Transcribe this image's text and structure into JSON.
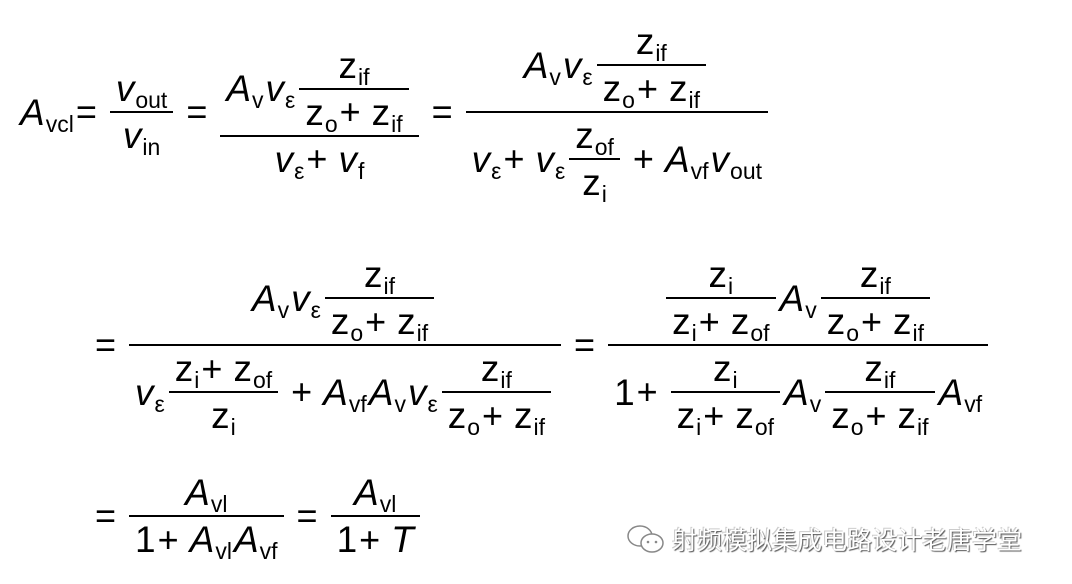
{
  "equations": [
    {
      "tokens": [
        [
          "i",
          "A",
          "vcl"
        ],
        [
          "o",
          "="
        ],
        [
          "f",
          [
            [
              "i",
              "v",
              "out"
            ]
          ],
          [
            [
              "i",
              "v",
              "in"
            ]
          ]
        ],
        [
          "o",
          "="
        ],
        [
          "f",
          [
            [
              "i",
              "A",
              "v"
            ],
            [
              "i",
              "v",
              "ε"
            ],
            [
              "f",
              [
                [
                  "r",
                  "z",
                  "if"
                ]
              ],
              [
                [
                  "r",
                  "z",
                  "o"
                ],
                [
                  "o",
                  "+"
                ],
                [
                  "r",
                  "z",
                  "if"
                ]
              ]
            ]
          ],
          [
            [
              "i",
              "v",
              "ε"
            ],
            [
              "o",
              "+"
            ],
            [
              "i",
              "v",
              "f"
            ]
          ]
        ],
        [
          "o",
          "="
        ],
        [
          "f",
          [
            [
              "i",
              "A",
              "v"
            ],
            [
              "i",
              "v",
              "ε"
            ],
            [
              "f",
              [
                [
                  "r",
                  "z",
                  "if"
                ]
              ],
              [
                [
                  "r",
                  "z",
                  "o"
                ],
                [
                  "o",
                  "+"
                ],
                [
                  "r",
                  "z",
                  "if"
                ]
              ]
            ]
          ],
          [
            [
              "i",
              "v",
              "ε"
            ],
            [
              "o",
              "+"
            ],
            [
              "i",
              "v",
              "ε"
            ],
            [
              "f",
              [
                [
                  "r",
                  "z",
                  "of"
                ]
              ],
              [
                [
                  "r",
                  "z",
                  "i"
                ]
              ]
            ],
            [
              "o",
              "+"
            ],
            [
              "i",
              "A",
              "vf"
            ],
            [
              "i",
              "v",
              "out"
            ]
          ]
        ]
      ]
    },
    {
      "tokens": [
        [
          "o",
          "="
        ],
        [
          "f",
          [
            [
              "i",
              "A",
              "v"
            ],
            [
              "i",
              "v",
              "ε"
            ],
            [
              "f",
              [
                [
                  "r",
                  "z",
                  "if"
                ]
              ],
              [
                [
                  "r",
                  "z",
                  "o"
                ],
                [
                  "o",
                  "+"
                ],
                [
                  "r",
                  "z",
                  "if"
                ]
              ]
            ]
          ],
          [
            [
              "i",
              "v",
              "ε"
            ],
            [
              "f",
              [
                [
                  "r",
                  "z",
                  "i"
                ],
                [
                  "o",
                  "+"
                ],
                [
                  "r",
                  "z",
                  "of"
                ]
              ],
              [
                [
                  "r",
                  "z",
                  "i"
                ]
              ]
            ],
            [
              "o",
              "+"
            ],
            [
              "i",
              "A",
              "vf"
            ],
            [
              "i",
              "A",
              "v"
            ],
            [
              "i",
              "v",
              "ε"
            ],
            [
              "f",
              [
                [
                  "r",
                  "z",
                  "if"
                ]
              ],
              [
                [
                  "r",
                  "z",
                  "o"
                ],
                [
                  "o",
                  "+"
                ],
                [
                  "r",
                  "z",
                  "if"
                ]
              ]
            ]
          ]
        ],
        [
          "o",
          "="
        ],
        [
          "f",
          [
            [
              "f",
              [
                [
                  "r",
                  "z",
                  "i"
                ]
              ],
              [
                [
                  "r",
                  "z",
                  "i"
                ],
                [
                  "o",
                  "+"
                ],
                [
                  "r",
                  "z",
                  "of"
                ]
              ]
            ],
            [
              "i",
              "A",
              "v"
            ],
            [
              "f",
              [
                [
                  "r",
                  "z",
                  "if"
                ]
              ],
              [
                [
                  "r",
                  "z",
                  "o"
                ],
                [
                  "o",
                  "+"
                ],
                [
                  "r",
                  "z",
                  "if"
                ]
              ]
            ]
          ],
          [
            [
              "r",
              "1",
              ""
            ],
            [
              "o",
              "+"
            ],
            [
              "f",
              [
                [
                  "r",
                  "z",
                  "i"
                ]
              ],
              [
                [
                  "r",
                  "z",
                  "i"
                ],
                [
                  "o",
                  "+"
                ],
                [
                  "r",
                  "z",
                  "of"
                ]
              ]
            ],
            [
              "i",
              "A",
              "v"
            ],
            [
              "f",
              [
                [
                  "r",
                  "z",
                  "if"
                ]
              ],
              [
                [
                  "r",
                  "z",
                  "o"
                ],
                [
                  "o",
                  "+"
                ],
                [
                  "r",
                  "z",
                  "if"
                ]
              ]
            ],
            [
              "i",
              "A",
              "vf"
            ]
          ]
        ]
      ]
    },
    {
      "tokens": [
        [
          "o",
          "="
        ],
        [
          "f",
          [
            [
              "i",
              "A",
              "vl"
            ]
          ],
          [
            [
              "r",
              "1",
              ""
            ],
            [
              "o",
              "+"
            ],
            [
              "i",
              "A",
              "vl"
            ],
            [
              "i",
              "A",
              "vf"
            ]
          ]
        ],
        [
          "o",
          "="
        ],
        [
          "f",
          [
            [
              "i",
              "A",
              "vl"
            ]
          ],
          [
            [
              "r",
              "1",
              ""
            ],
            [
              "o",
              "+"
            ],
            [
              "i",
              "T",
              ""
            ]
          ]
        ]
      ]
    }
  ],
  "watermark": {
    "text": "射频模拟集成电路设计老唐学堂",
    "icon": "wechat-icon"
  }
}
